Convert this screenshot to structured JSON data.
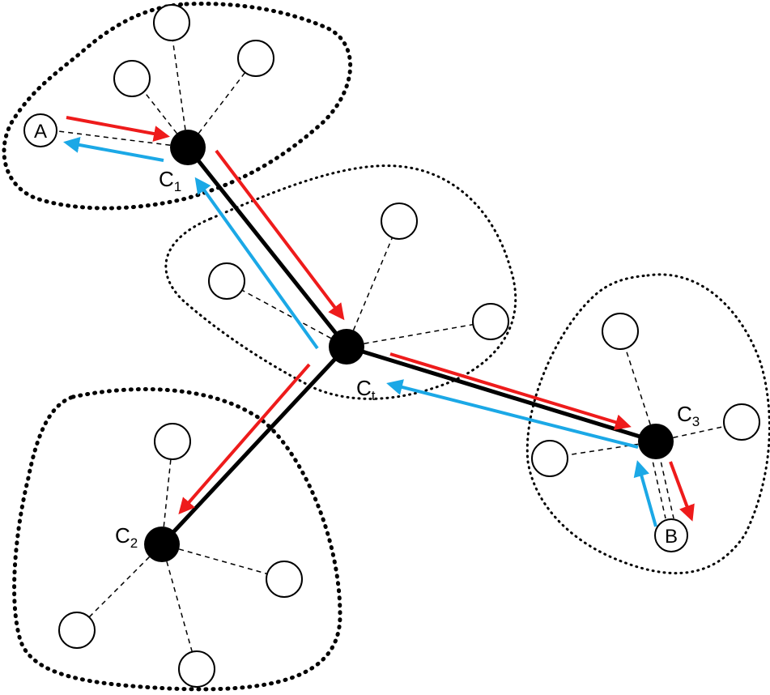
{
  "colors": {
    "cluster_outline": "#000000",
    "backbone": "#000000",
    "forward_arrow": "#ee1b1b",
    "return_arrow": "#1ba8e6",
    "node_fill": "#ffffff",
    "cluster_head_fill": "#000000"
  },
  "labels": {
    "node_a": "A",
    "node_b": "B",
    "c1_main": "C",
    "c1_sub": "1",
    "c2_main": "C",
    "c2_sub": "2",
    "c3_main": "C",
    "c3_sub": "3",
    "ct_main": "C",
    "ct_sub": "t"
  }
}
